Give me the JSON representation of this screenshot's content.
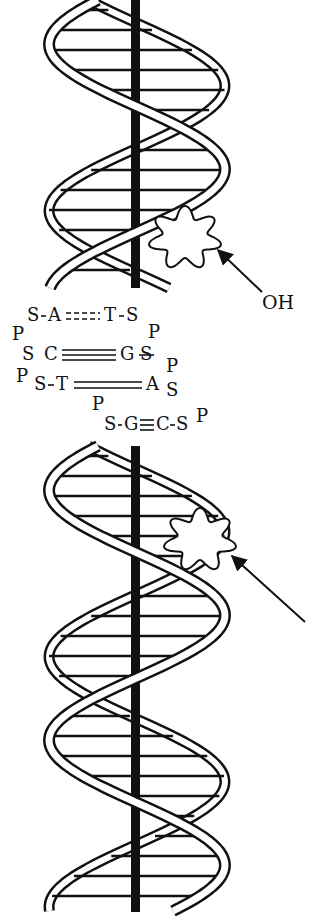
{
  "diagram": {
    "labels": [
      "OH",
      "P",
      "S",
      "A",
      "T",
      "S",
      "P",
      "S",
      "C",
      "G",
      "S",
      "P",
      "S",
      "T",
      "P",
      "A",
      "S",
      "P",
      "S",
      "G",
      "C",
      "S",
      "P"
    ]
  }
}
